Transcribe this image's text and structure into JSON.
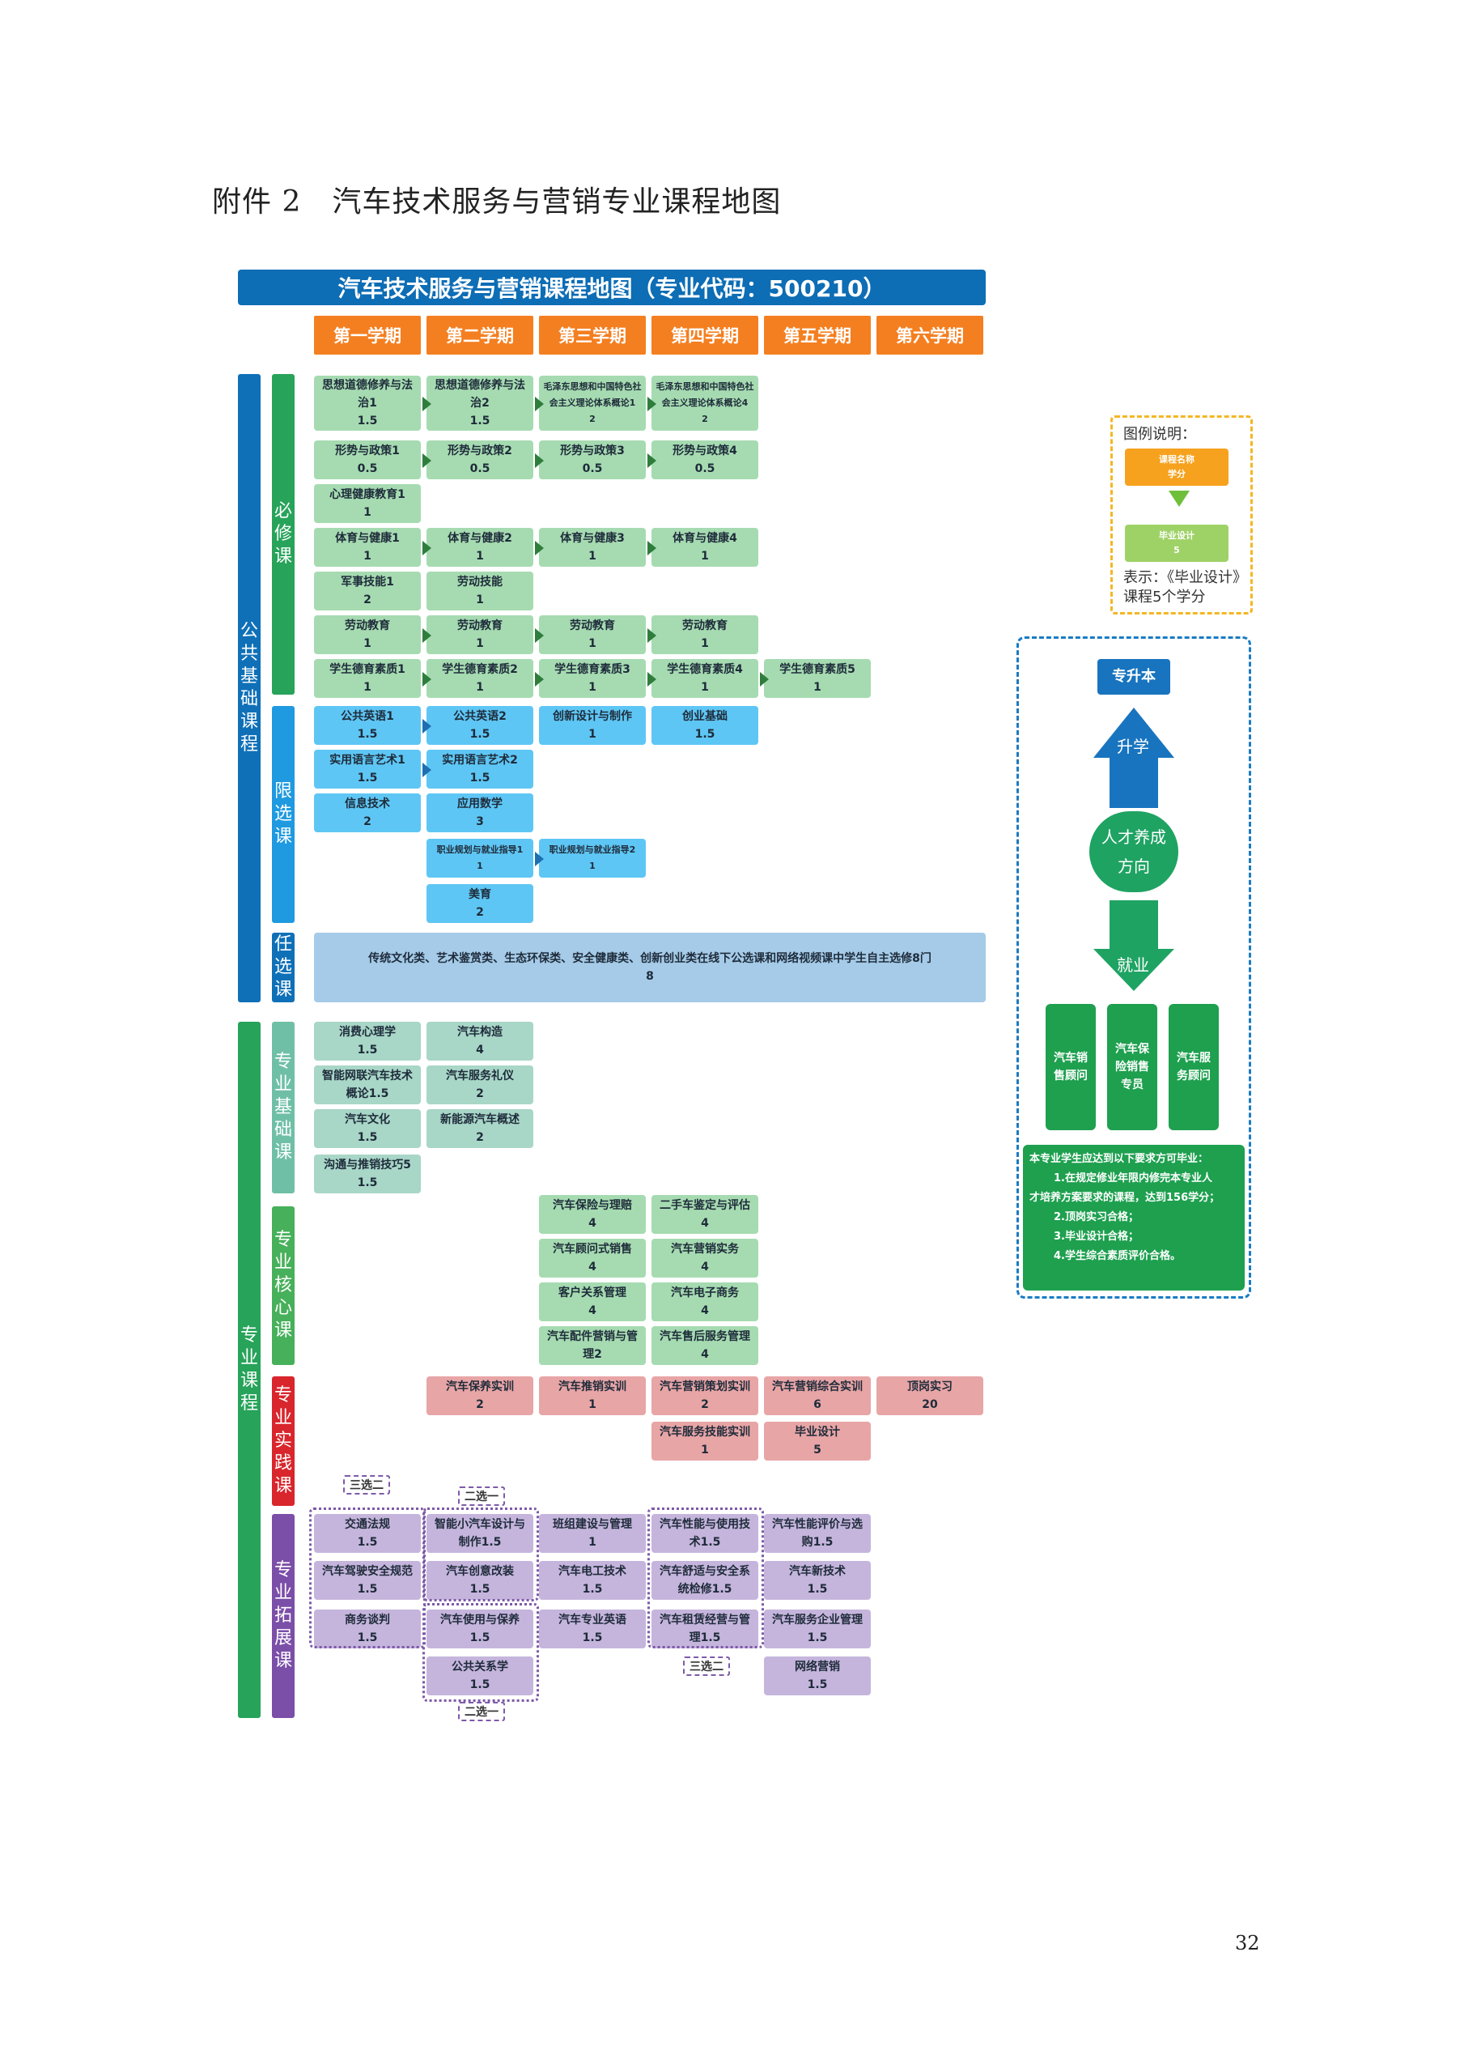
{
  "heading": {
    "prefix": "附件 2",
    "text": "汽车技术服务与营销专业课程地图"
  },
  "banner": "汽车技术服务与营销课程地图（专业代码：500210）",
  "terms": [
    "第一学期",
    "第二学期",
    "第三学期",
    "第四学期",
    "第五学期",
    "第六学期"
  ],
  "categories": {
    "public": "公共基础课程",
    "required": "必修课",
    "limited": "限选课",
    "elective": "任选课",
    "major": "专业课程",
    "major_basic": "专业基础课",
    "major_core": "专业核心课",
    "major_practice": "专业实践课",
    "major_expand": "专业拓展课"
  },
  "courses": {
    "ideo": [
      [
        "思想道德修养与法",
        "治1",
        "1.5"
      ],
      [
        "思想道德修养与法",
        "治2",
        "1.5"
      ],
      [
        "毛泽东思想和中国特色社",
        "会主义理论体系概论1",
        "2"
      ],
      [
        "毛泽东思想和中国特色社",
        "会主义理论体系概论4",
        "2"
      ]
    ],
    "policy": [
      [
        "形势与政策1",
        "0.5"
      ],
      [
        "形势与政策2",
        "0.5"
      ],
      [
        "形势与政策3",
        "0.5"
      ],
      [
        "形势与政策4",
        "0.5"
      ]
    ],
    "mental": [
      "心理健康教育1",
      "1"
    ],
    "pe": [
      [
        "体育与健康1",
        "1"
      ],
      [
        "体育与健康2",
        "1"
      ],
      [
        "体育与健康3",
        "1"
      ],
      [
        "体育与健康4",
        "1"
      ]
    ],
    "military": [
      "军事技能1",
      "2"
    ],
    "labor_skill": [
      "劳动技能",
      "1"
    ],
    "labor": [
      [
        "劳动教育",
        "1"
      ],
      [
        "劳动教育",
        "1"
      ],
      [
        "劳动教育",
        "1"
      ],
      [
        "劳动教育",
        "1"
      ]
    ],
    "moral": [
      [
        "学生德育素质1",
        "1"
      ],
      [
        "学生德育素质2",
        "1"
      ],
      [
        "学生德育素质3",
        "1"
      ],
      [
        "学生德育素质4",
        "1"
      ],
      [
        "学生德育素质5",
        "1"
      ]
    ],
    "english": [
      [
        "公共英语1",
        "1.5"
      ],
      [
        "公共英语2",
        "1.5"
      ]
    ],
    "innov": [
      "创新设计与制作",
      "1"
    ],
    "startup": [
      "创业基础",
      "1.5"
    ],
    "lang": [
      [
        "实用语言艺术1",
        "1.5"
      ],
      [
        "实用语言艺术2",
        "1.5"
      ]
    ],
    "info": [
      "信息技术",
      "2"
    ],
    "math": [
      "应用数学",
      "3"
    ],
    "career": [
      [
        "职业规划与就业指导1",
        "1"
      ],
      [
        "职业规划与就业指导2",
        "1"
      ]
    ],
    "art": [
      "美育",
      "2"
    ],
    "elective": [
      "传统文化类、艺术鉴赏类、生态环保类、安全健康类、创新创业类在线下公选课和网络视频课中学生自主选修8门",
      "8"
    ],
    "basic": [
      [
        "消费心理学",
        "1.5"
      ],
      [
        "汽车构造",
        "4"
      ],
      [
        "智能网联汽车技术",
        "概论1.5"
      ],
      [
        "汽车服务礼仪",
        "2"
      ],
      [
        "汽车文化",
        "1.5"
      ],
      [
        "新能源汽车概述",
        "2"
      ],
      [
        "沟通与推销技巧5",
        "1.5"
      ]
    ],
    "core": [
      [
        "汽车保险与理赔",
        "4"
      ],
      [
        "二手车鉴定与评估",
        "4"
      ],
      [
        "汽车顾问式销售",
        "4"
      ],
      [
        "汽车营销实务",
        "4"
      ],
      [
        "客户关系管理",
        "4"
      ],
      [
        "汽车电子商务",
        "4"
      ],
      [
        "汽车配件营销与管",
        "理2"
      ],
      [
        "汽车售后服务管理",
        "4"
      ]
    ],
    "practice": [
      [
        "汽车保养实训",
        "2"
      ],
      [
        "汽车推销实训",
        "1"
      ],
      [
        "汽车营销策划实训",
        "2"
      ],
      [
        "汽车营销综合实训",
        "6"
      ],
      [
        "顶岗实习",
        "20"
      ],
      [
        "汽车服务技能实训",
        "1"
      ],
      [
        "毕业设计",
        "5"
      ]
    ],
    "expand": [
      [
        "交通法规",
        "1.5"
      ],
      [
        "汽车驾驶安全规范",
        "1.5"
      ],
      [
        "商务谈判",
        "1.5"
      ],
      [
        "智能小汽车设计与",
        "制作1.5"
      ],
      [
        "汽车创意改装",
        "1.5"
      ],
      [
        "汽车使用与保养",
        "1.5"
      ],
      [
        "公共关系学",
        "1.5"
      ],
      [
        "班组建设与管理",
        "1"
      ],
      [
        "汽车电工技术",
        "1.5"
      ],
      [
        "汽车专业英语",
        "1.5"
      ],
      [
        "汽车性能与使用技",
        "术1.5"
      ],
      [
        "汽车舒适与安全系",
        "统检修1.5"
      ],
      [
        "汽车租赁经营与管",
        "理1.5"
      ],
      [
        "汽车性能评价与选",
        "购1.5"
      ],
      [
        "汽车新技术",
        "1.5"
      ],
      [
        "汽车服务企业管理",
        "1.5"
      ],
      [
        "网络营销",
        "1.5"
      ]
    ],
    "tags": {
      "c1": "三选二",
      "c2": "二选一",
      "c3": "二选一",
      "c5": "三选二"
    }
  },
  "legend": {
    "title": "图例说明：",
    "top_line1": "课程名称",
    "top_line2": "学分",
    "bottom_line1": "毕业设计",
    "bottom_line2": "5",
    "note": "表示：《毕业设计》课程5个学分"
  },
  "outcome": {
    "top": "专升本",
    "up": "升学",
    "center_line1": "人才养成",
    "center_line2": "方向",
    "down": "就业",
    "jobs": [
      [
        "汽车销",
        "售顾问"
      ],
      [
        "汽车保",
        "险销售",
        "专员"
      ],
      [
        "汽车服",
        "务顾问"
      ]
    ],
    "req_title": "本专业学生应达到以下要求方可毕业：",
    "req": [
      "1.在规定修业年限内修完本专业人",
      "才培养方案要求的课程，达到156学分；",
      "2.顶岗实习合格；",
      "3.毕业设计合格；",
      "4.学生综合素质评价合格。"
    ]
  },
  "page_number": "32"
}
